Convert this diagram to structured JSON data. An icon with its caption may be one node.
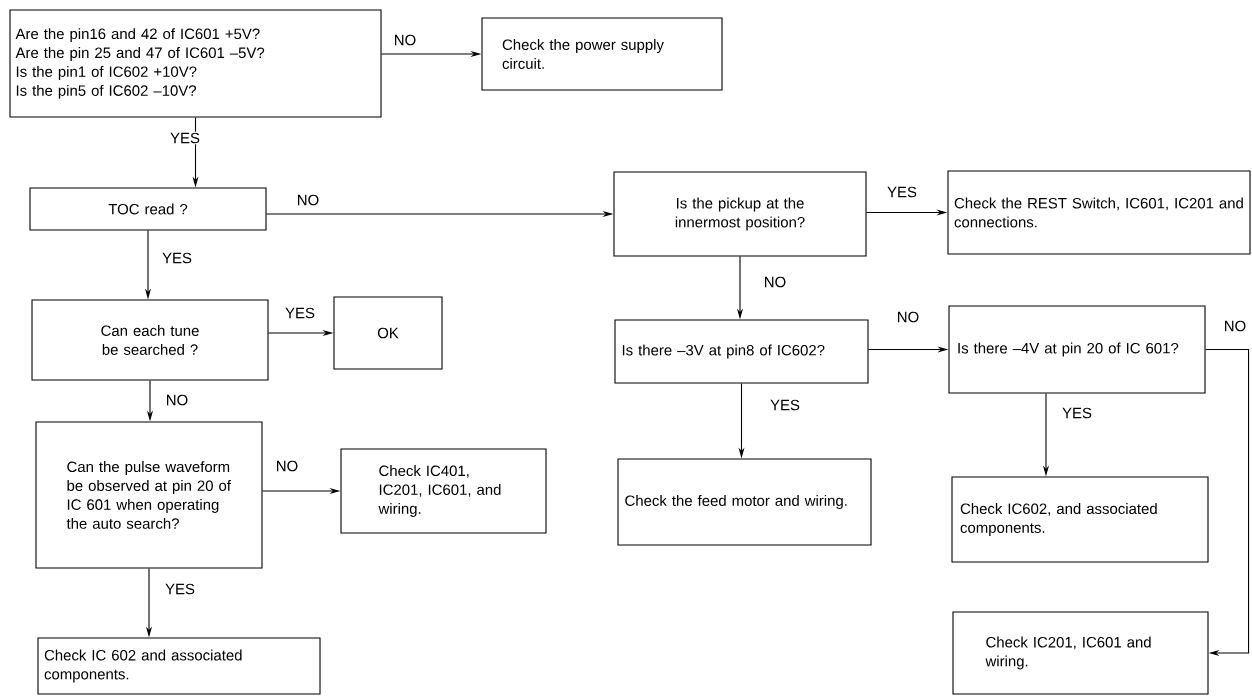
{
  "diagram": {
    "nodes": [
      {
        "text": [
          "Are the pin16 and 42 of IC601 +5V?",
          "Are the pin 25 and 47 of IC601 –5V?",
          "Is the pin1 of IC602 +10V?",
          "Is the pin5 of IC602 –10V?"
        ]
      },
      {
        "text": [
          "Check the power supply circuit."
        ]
      },
      {
        "text": [
          "TOC read ?"
        ]
      },
      {
        "text": [
          "Is the pickup at the innermost position?"
        ]
      },
      {
        "text": [
          "Check the REST Switch, IC601, IC201 and connections."
        ]
      },
      {
        "text": [
          "Can each tune be searched ?"
        ]
      },
      {
        "text": [
          "OK"
        ]
      },
      {
        "text": [
          "Is there –3V at pin8 of IC602?"
        ]
      },
      {
        "text": [
          "Is there –4V at pin 20 of IC 601?"
        ]
      },
      {
        "text": [
          "Can the pulse waveform be observed at pin 20 of IC 601 when operating the auto search?"
        ]
      },
      {
        "text": [
          "Check IC401, IC201, IC601, and wiring."
        ]
      },
      {
        "text": [
          "Check the feed motor and wiring."
        ]
      },
      {
        "text": [
          "Check IC602, and associated components."
        ]
      },
      {
        "text": [
          "Check IC 602 and associated components."
        ]
      },
      {
        "text": [
          "Check IC201, IC601 and wiring."
        ]
      }
    ],
    "edges": [
      {
        "from": 0,
        "to": 1,
        "arrow": "to",
        "label": "NO"
      },
      {
        "from": 0,
        "to": 2,
        "arrow": "to",
        "label": "YES"
      },
      {
        "from": 2,
        "to": 3,
        "arrow": "to",
        "label": "NO"
      },
      {
        "from": 2,
        "to": 5,
        "arrow": "to",
        "label": "YES"
      },
      {
        "from": 3,
        "to": 4,
        "arrow": "to",
        "label": "YES"
      },
      {
        "from": 3,
        "to": 7,
        "arrow": "to",
        "label": "NO"
      },
      {
        "from": 5,
        "to": 6,
        "arrow": "to",
        "label": "YES"
      },
      {
        "from": 5,
        "to": 9,
        "arrow": "to",
        "label": "NO"
      },
      {
        "from": 7,
        "to": 8,
        "arrow": "to",
        "label": "NO"
      },
      {
        "from": 7,
        "to": 11,
        "arrow": "to",
        "label": "YES"
      },
      {
        "from": 8,
        "to": 12,
        "arrow": "to",
        "label": "YES"
      },
      {
        "from": 8,
        "to": 14,
        "arrow": "to",
        "label": "NO"
      },
      {
        "from": 9,
        "to": 10,
        "arrow": "to",
        "label": "NO"
      },
      {
        "from": 9,
        "to": 13,
        "arrow": "to",
        "label": "YES"
      }
    ]
  }
}
